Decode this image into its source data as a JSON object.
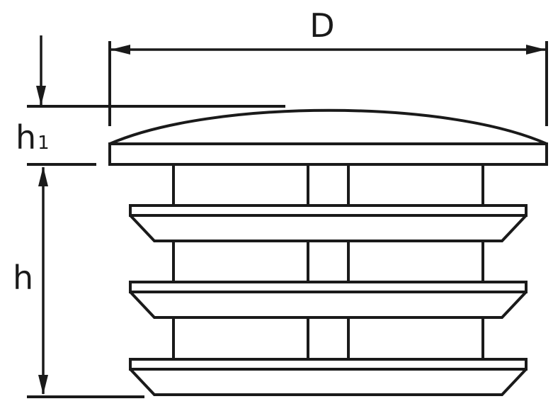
{
  "labels": {
    "diameter": "D",
    "cap_height_base": "h",
    "cap_height_sub": "1",
    "body_height": "h"
  },
  "colors": {
    "stroke": "#1a1a1a",
    "background": "#ffffff"
  }
}
